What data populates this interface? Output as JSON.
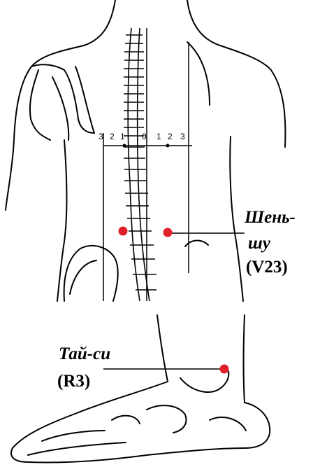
{
  "points": {
    "shenshu": {
      "name_line1": "Шень-",
      "name_line2": "шу",
      "code": "(V23)"
    },
    "taixi": {
      "name": "Тай-си",
      "code": "(R3)"
    }
  },
  "scale": {
    "left_ticks": [
      "3",
      "2",
      "1"
    ],
    "zero": "0",
    "right_ticks": [
      "1",
      "2",
      "3"
    ]
  },
  "colors": {
    "point": "#e0202a",
    "line": "#000000"
  }
}
